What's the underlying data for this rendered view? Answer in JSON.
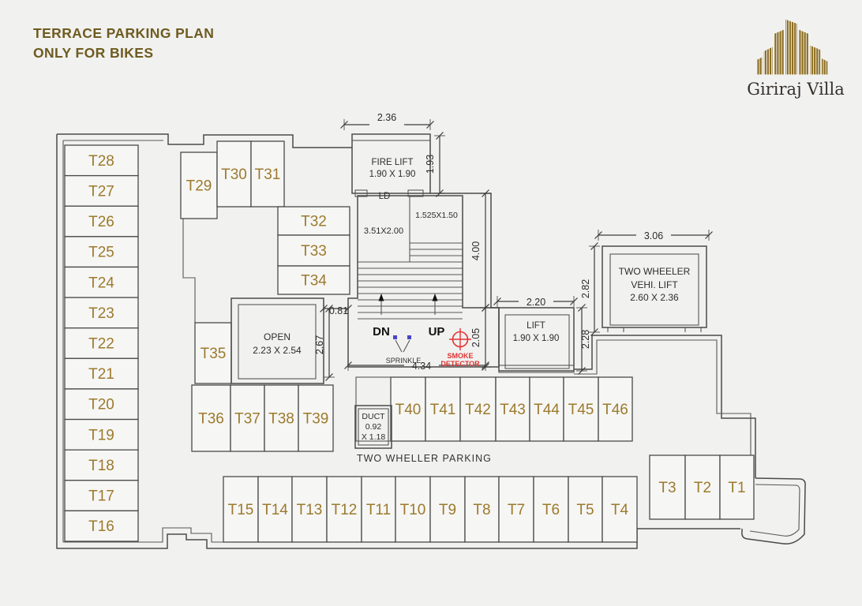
{
  "header": {
    "title_line1": "TERRACE PARKING PLAN",
    "title_line2": "ONLY FOR BIKES"
  },
  "logo": {
    "name": "Giriraj Villa"
  },
  "plan": {
    "stalls": {
      "left_column": [
        "T28",
        "T27",
        "T26",
        "T25",
        "T24",
        "T23",
        "T22",
        "T21",
        "T20",
        "T19",
        "T18",
        "T17",
        "T16"
      ],
      "top_cluster": [
        "T29",
        "T30",
        "T31"
      ],
      "right_stack": [
        "T32",
        "T33",
        "T34"
      ],
      "single": "T35",
      "mid_row": [
        "T36",
        "T37",
        "T38",
        "T39"
      ],
      "upper_row": [
        "T40",
        "T41",
        "T42",
        "T43",
        "T44",
        "T45",
        "T46"
      ],
      "bottom_row": [
        "T15",
        "T14",
        "T13",
        "T12",
        "T11",
        "T10",
        "T9",
        "T8",
        "T7",
        "T6",
        "T5",
        "T4"
      ],
      "bottom_right": [
        "T3",
        "T2",
        "T1"
      ]
    },
    "rooms": {
      "fire_lift_name": "FIRE LIFT",
      "fire_lift_size": "1.90 X 1.90",
      "ld": "LD",
      "stair_left_size": "3.51X2.00",
      "stair_right_size": "1.525X1.50",
      "open_name": "OPEN",
      "open_size": "2.23 X 2.54",
      "lift_name": "LIFT",
      "lift_size": "1.90 X 1.90",
      "tw_lift_line1": "TWO WHEELER",
      "tw_lift_line2": "VEHI. LIFT",
      "tw_lift_line3": "2.60 X 2.36",
      "duct_line1": "DUCT",
      "duct_line2": "0.92",
      "duct_line3": "X 1.18"
    },
    "annotations": {
      "down": "DN",
      "up": "UP",
      "sprinkler": "SPRINKLE",
      "smoke_line1": "SMOKE",
      "smoke_line2": "DETECTOR",
      "note": "TWO WHELLER PARKING"
    },
    "dimensions": {
      "fire_lift_width": "2.36",
      "fire_lift_height": "1.93",
      "stair_height": "4.00",
      "stair_lobby_width": "4.34",
      "stair_lobby_height": "2.05",
      "open_offset": "0.81",
      "open_height": "2.67",
      "lift_width": "2.20",
      "lift_height": "2.28",
      "tw_lift_width": "3.06",
      "tw_lift_height": "2.82"
    },
    "colors": {
      "stall_label": "#9c7a2e",
      "title": "#6e5b20",
      "smoke_detector": "#e03333",
      "sprinkler": "#4646c8",
      "lines": "#4a4a4a",
      "background": "#f1f1ef"
    }
  }
}
